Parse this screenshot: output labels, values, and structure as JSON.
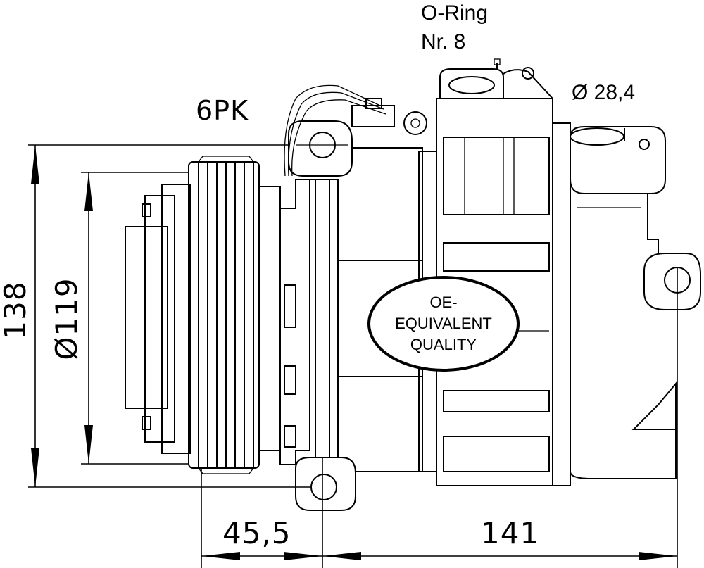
{
  "labels": {
    "oring_line1": "O-Ring",
    "oring_line2": "Nr. 8",
    "port_diameter": "Ø 28,4",
    "belt_type": "6PK",
    "height": "138",
    "pulley_diameter": "Ø119",
    "offset": "45,5",
    "length": "141"
  },
  "seal": {
    "line1": "OE-",
    "line2": "EQUIVALENT",
    "line3": "QUALITY"
  }
}
